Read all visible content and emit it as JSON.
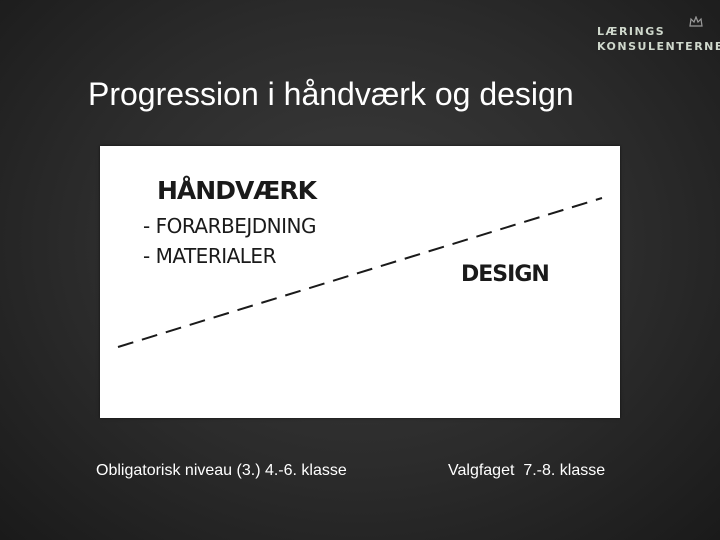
{
  "logo": {
    "line1": "LÆRINGS",
    "line2": "KONSULENTERNE"
  },
  "slide": {
    "title": "Progression i håndværk og design"
  },
  "diagram": {
    "craft_heading": "HÅNDVÆRK",
    "craft_item_1": "- FORARBEJDNING",
    "craft_item_2": "- MATERIALER",
    "design_heading": "DESIGN"
  },
  "captions": {
    "left": "Obligatorisk niveau (3.) 4.-6. klasse",
    "right": "Valgfaget  7.-8. klasse"
  },
  "colors": {
    "background": "#2b2b2b",
    "board": "#ffffff",
    "ink": "#1a1a1a",
    "logo": "#cfd8cc"
  }
}
